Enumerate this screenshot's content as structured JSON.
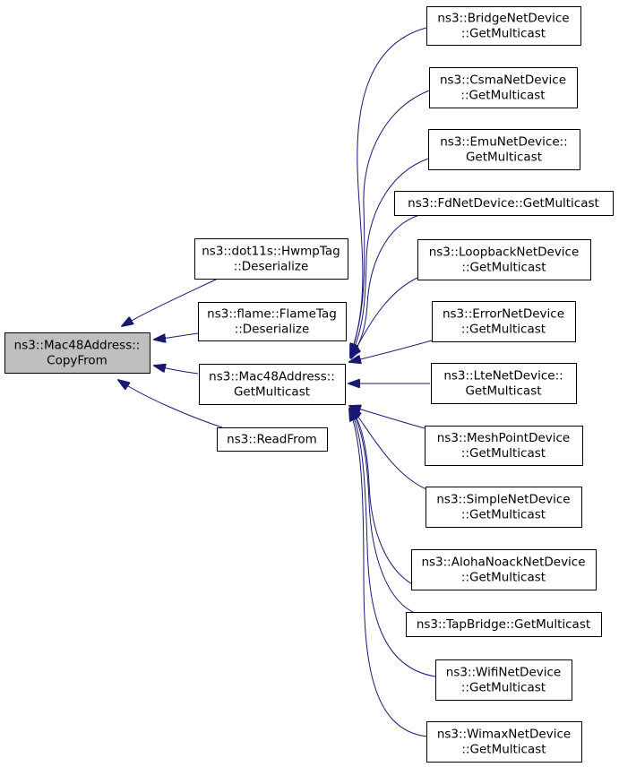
{
  "diagram": {
    "type": "caller-graph",
    "colors": {
      "edge": "#191970",
      "root_fill": "#bfbfbf",
      "node_fill": "#ffffff",
      "node_border": "#000000"
    },
    "nodes": [
      {
        "id": "root",
        "lines": [
          "ns3::Mac48Address::",
          "CopyFrom"
        ]
      },
      {
        "id": "hwmp",
        "lines": [
          "ns3::dot11s::HwmpTag",
          "::Deserialize"
        ]
      },
      {
        "id": "flame",
        "lines": [
          "ns3::flame::FlameTag",
          "::Deserialize"
        ]
      },
      {
        "id": "getmc",
        "lines": [
          "ns3::Mac48Address::",
          "GetMulticast"
        ]
      },
      {
        "id": "readfrom",
        "lines": [
          "ns3::ReadFrom"
        ]
      },
      {
        "id": "bridge",
        "lines": [
          "ns3::BridgeNetDevice",
          "::GetMulticast"
        ]
      },
      {
        "id": "csma",
        "lines": [
          "ns3::CsmaNetDevice",
          "::GetMulticast"
        ]
      },
      {
        "id": "emu",
        "lines": [
          "ns3::EmuNetDevice::",
          "GetMulticast"
        ]
      },
      {
        "id": "fd",
        "lines": [
          "ns3::FdNetDevice::GetMulticast"
        ]
      },
      {
        "id": "loopback",
        "lines": [
          "ns3::LoopbackNetDevice",
          "::GetMulticast"
        ]
      },
      {
        "id": "error",
        "lines": [
          "ns3::ErrorNetDevice",
          "::GetMulticast"
        ]
      },
      {
        "id": "lte",
        "lines": [
          "ns3::LteNetDevice::",
          "GetMulticast"
        ]
      },
      {
        "id": "meshpoint",
        "lines": [
          "ns3::MeshPointDevice",
          "::GetMulticast"
        ]
      },
      {
        "id": "simple",
        "lines": [
          "ns3::SimpleNetDevice",
          "::GetMulticast"
        ]
      },
      {
        "id": "aloha",
        "lines": [
          "ns3::AlohaNoackNetDevice",
          "::GetMulticast"
        ]
      },
      {
        "id": "tap",
        "lines": [
          "ns3::TapBridge::GetMulticast"
        ]
      },
      {
        "id": "wifi",
        "lines": [
          "ns3::WifiNetDevice",
          "::GetMulticast"
        ]
      },
      {
        "id": "wimax",
        "lines": [
          "ns3::WimaxNetDevice",
          "::GetMulticast"
        ]
      }
    ],
    "edges": [
      {
        "from": "hwmp",
        "to": "root"
      },
      {
        "from": "flame",
        "to": "root"
      },
      {
        "from": "getmc",
        "to": "root"
      },
      {
        "from": "readfrom",
        "to": "root"
      },
      {
        "from": "bridge",
        "to": "getmc"
      },
      {
        "from": "csma",
        "to": "getmc"
      },
      {
        "from": "emu",
        "to": "getmc"
      },
      {
        "from": "fd",
        "to": "getmc"
      },
      {
        "from": "loopback",
        "to": "getmc"
      },
      {
        "from": "error",
        "to": "getmc"
      },
      {
        "from": "lte",
        "to": "getmc"
      },
      {
        "from": "meshpoint",
        "to": "getmc"
      },
      {
        "from": "simple",
        "to": "getmc"
      },
      {
        "from": "aloha",
        "to": "getmc"
      },
      {
        "from": "tap",
        "to": "getmc"
      },
      {
        "from": "wifi",
        "to": "getmc"
      },
      {
        "from": "wimax",
        "to": "getmc"
      }
    ]
  }
}
